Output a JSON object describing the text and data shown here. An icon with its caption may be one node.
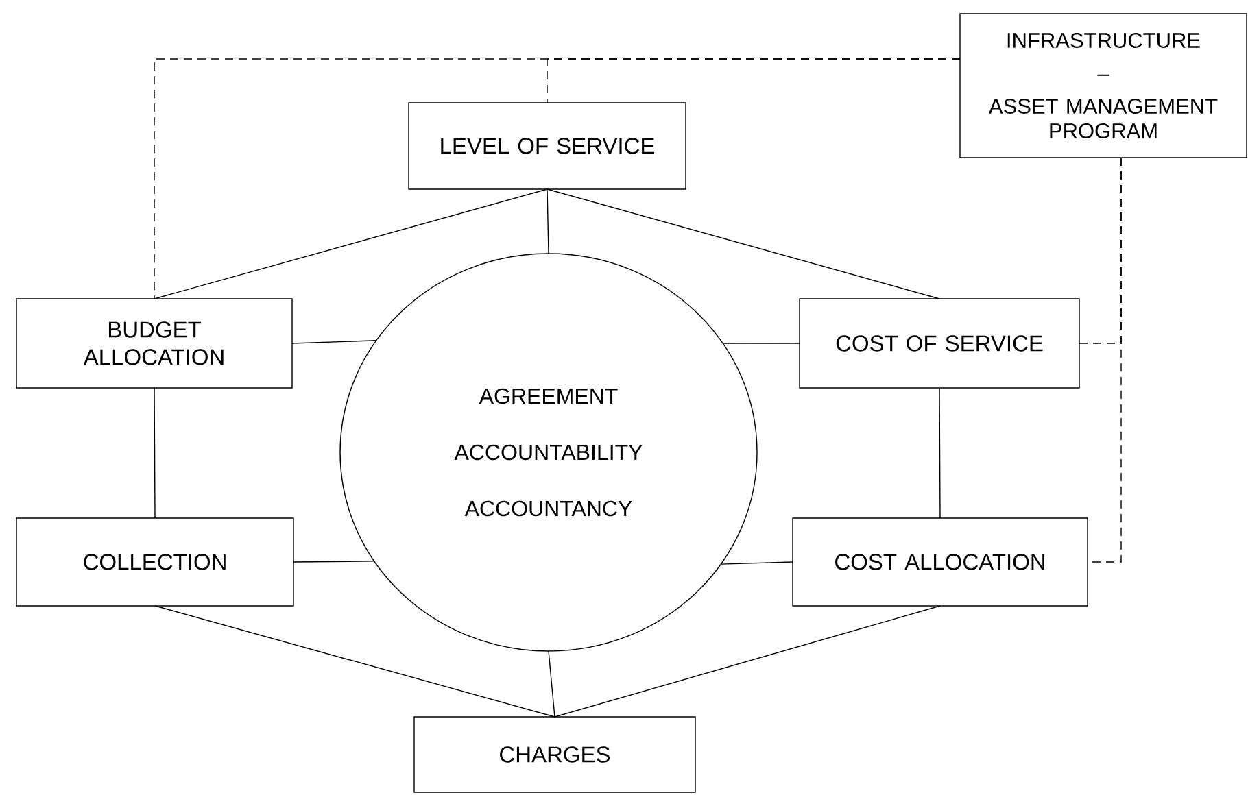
{
  "diagram": {
    "nodes": [
      {
        "text": [
          "LEVEL OF SERVICE"
        ]
      },
      {
        "text": [
          "INFRASTRUCTURE",
          "–",
          "ASSET MANAGEMENT PROGRAM"
        ]
      },
      {
        "text": [
          "BUDGET ALLOCATION"
        ]
      },
      {
        "text": [
          "AGREEMENT",
          "ACCOUNTABILITY",
          "ACCOUNTANCY"
        ]
      },
      {
        "text": [
          "COST OF SERVICE"
        ]
      },
      {
        "text": [
          "COLLECTION"
        ]
      },
      {
        "text": [
          "COST ALLOCATION"
        ]
      },
      {
        "text": [
          "CHARGES"
        ]
      }
    ],
    "edges": [
      {
        "from": 0,
        "to": 2,
        "arrow": "none"
      },
      {
        "from": 0,
        "to": 3,
        "arrow": "none"
      },
      {
        "from": 0,
        "to": 4,
        "arrow": "none"
      },
      {
        "from": 2,
        "to": 3,
        "arrow": "none"
      },
      {
        "from": 3,
        "to": 4,
        "arrow": "none"
      },
      {
        "from": 2,
        "to": 5,
        "arrow": "none"
      },
      {
        "from": 4,
        "to": 6,
        "arrow": "none"
      },
      {
        "from": 5,
        "to": 3,
        "arrow": "none"
      },
      {
        "from": 3,
        "to": 6,
        "arrow": "none"
      },
      {
        "from": 5,
        "to": 7,
        "arrow": "none"
      },
      {
        "from": 3,
        "to": 7,
        "arrow": "none"
      },
      {
        "from": 6,
        "to": 7,
        "arrow": "none"
      },
      {
        "from": 1,
        "to": 2,
        "arrow": "none",
        "style": "dashed"
      },
      {
        "from": 1,
        "to": 0,
        "arrow": "none",
        "style": "dashed"
      },
      {
        "from": 1,
        "to": 4,
        "arrow": "none",
        "style": "dashed"
      },
      {
        "from": 1,
        "to": 6,
        "arrow": "none",
        "style": "dashed"
      }
    ]
  }
}
